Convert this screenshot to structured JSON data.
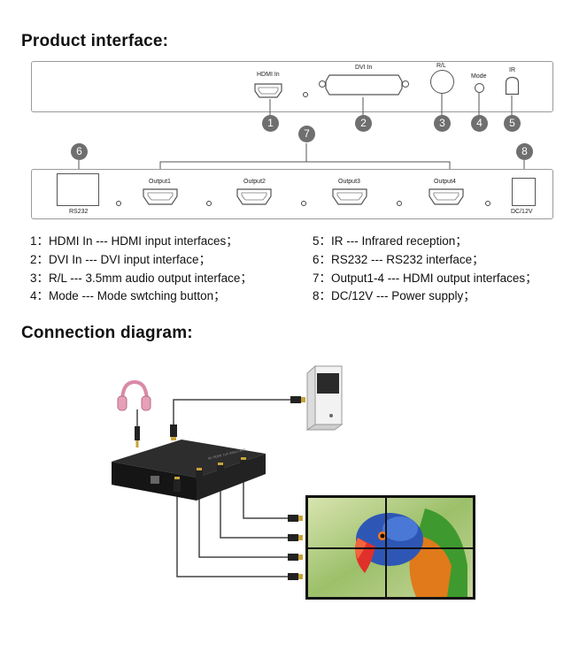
{
  "headings": {
    "product_interface": "Product interface:",
    "connection_diagram": "Connection diagram:"
  },
  "panel_top": {
    "hdmi_in": "HDMI In",
    "dvi_in": "DVI In",
    "rl": "R/L",
    "mode": "Mode",
    "ir": "IR"
  },
  "panel_bottom": {
    "rs232": "RS232",
    "output1": "Output1",
    "output2": "Output2",
    "output3": "Output3",
    "output4": "Output4",
    "dc": "DC/12V"
  },
  "callouts": [
    "1",
    "2",
    "3",
    "4",
    "5",
    "6",
    "7",
    "8"
  ],
  "legend_left": [
    "1：HDMI In --- HDMI input interfaces；",
    "2：DVI In --- DVI input interface；",
    "3：R/L --- 3.5mm audio output interface；",
    "4：Mode --- Mode swtching button；"
  ],
  "legend_right": [
    "5：IR --- Infrared reception；",
    "6：RS232 --- RS232 interface；",
    "7：Output1-4 --- HDMI output interfaces；",
    "8：DC/12V --- Power supply；"
  ],
  "colors": {
    "callout_bg": "#6f6f6f",
    "device_body": "#1c1c1c",
    "cable": "#444444",
    "headphone": "#e6a0b8"
  },
  "icons": [
    "headphones-icon",
    "computer-tower-icon",
    "video-wall-parrot-image",
    "video-splitter-device"
  ]
}
